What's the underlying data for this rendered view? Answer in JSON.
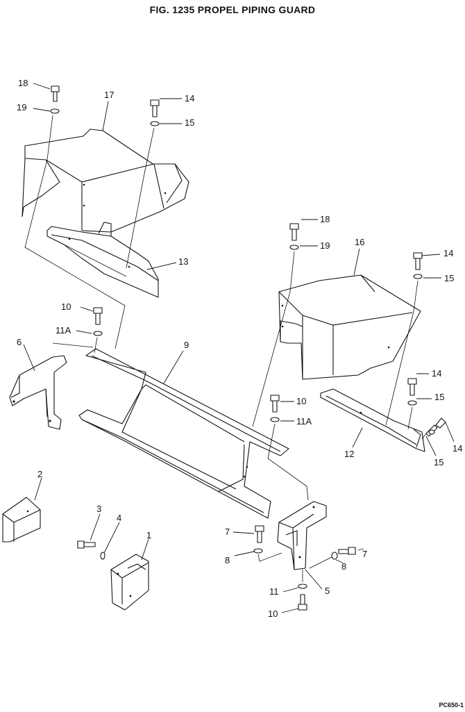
{
  "figure": {
    "title": "FIG. 1235   PROPEL PIPING GUARD",
    "corner_code": "PC650-1"
  },
  "callouts": {
    "c1": "1",
    "c2": "2",
    "c3": "3",
    "c4": "4",
    "c5": "5",
    "c6": "6",
    "c7a": "7",
    "c7b": "7",
    "c8a": "8",
    "c8b": "8",
    "c9": "9",
    "c10a": "10",
    "c10b": "10",
    "c10c": "10",
    "c11": "11",
    "c11Aa": "11A",
    "c11Ab": "11A",
    "c12": "12",
    "c13": "13",
    "c14a": "14",
    "c14b": "14",
    "c14c": "14",
    "c14d": "14",
    "c15a": "15",
    "c15b": "15",
    "c15c": "15",
    "c15d": "15",
    "c16": "16",
    "c17": "17",
    "c18a": "18",
    "c18b": "18",
    "c19a": "19",
    "c19b": "19"
  }
}
